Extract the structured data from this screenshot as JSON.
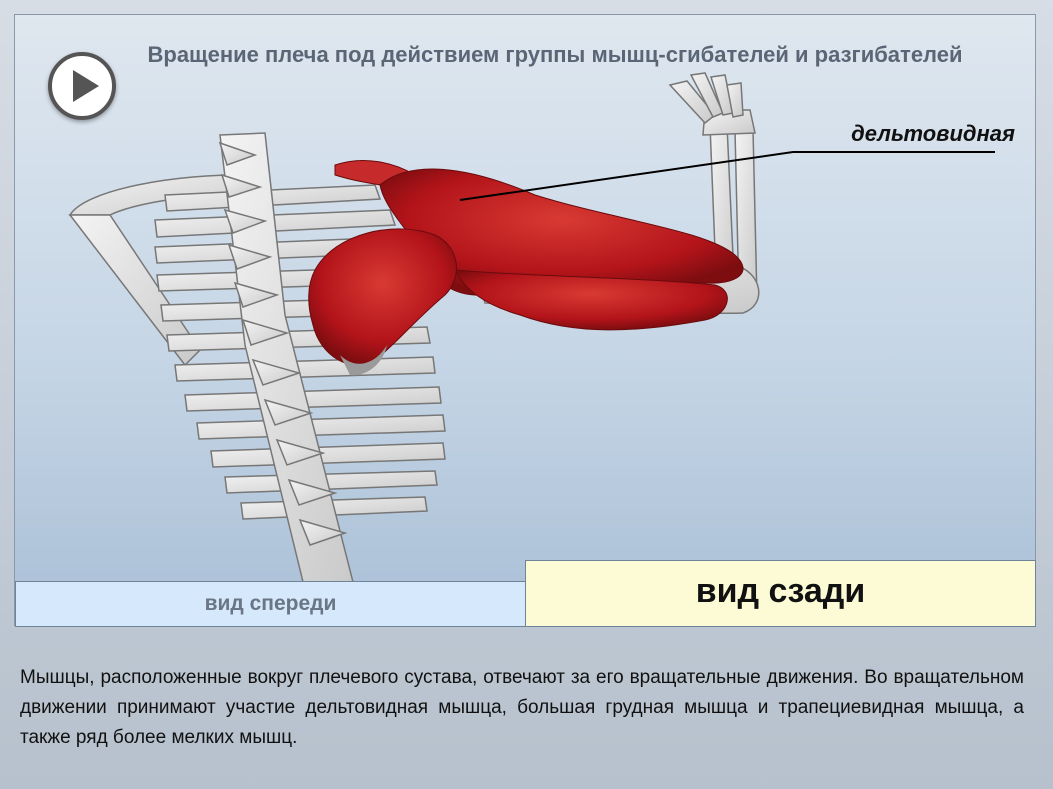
{
  "title": "Вращение плеча под действием группы мышц-сгибателей и разгибателей",
  "callout": "дельтовидная",
  "view_front_label": "вид спереди",
  "view_back_label": "вид сзади",
  "description": "Мышцы, расположенные вокруг плечевого сустава, отвечают за его вращательные движения. Во вращательном движении принимают участие дельтовидная мышца, большая грудная мышца и трапециевидная мышца, а также ряд более мелких мышц.",
  "icons": {
    "play": "play-icon"
  },
  "colors": {
    "muscle": "#c1191c",
    "bone": "#e8e8e8",
    "title": "#5a6675",
    "front_tab": "#d6e8fb",
    "back_tab": "#fcfbd6"
  }
}
